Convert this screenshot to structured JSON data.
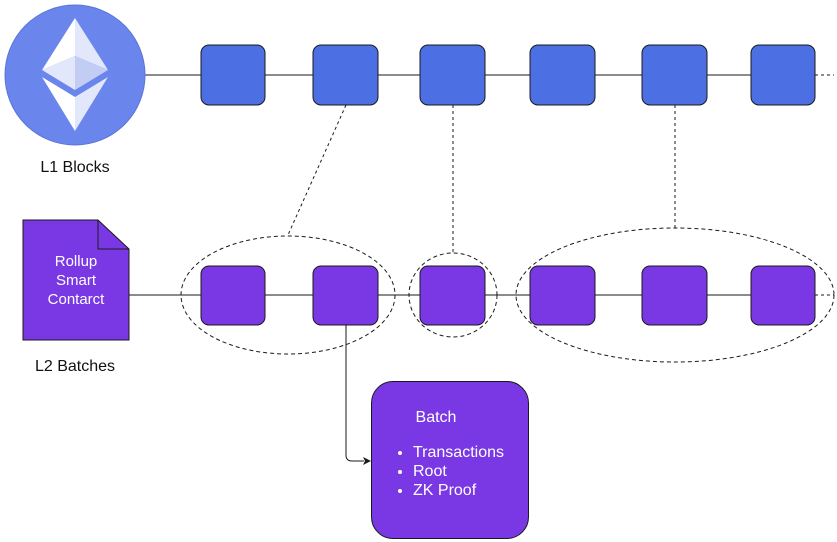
{
  "labels": {
    "l1": "L1 Blocks",
    "l2": "L2 Batches"
  },
  "contract": {
    "lines": [
      "Rollup",
      "Smart",
      "Contarct"
    ]
  },
  "batch": {
    "title": "Batch",
    "items": [
      "Transactions",
      "Root",
      "ZK Proof"
    ]
  },
  "colors": {
    "l1_block": "#4c6fe3",
    "l2_block": "#7a38e4",
    "eth_circle": "#6a85ec",
    "stroke": "#1a1a1a"
  },
  "icons": {
    "logo": "ethereum-logo-icon",
    "contract": "document-icon"
  }
}
